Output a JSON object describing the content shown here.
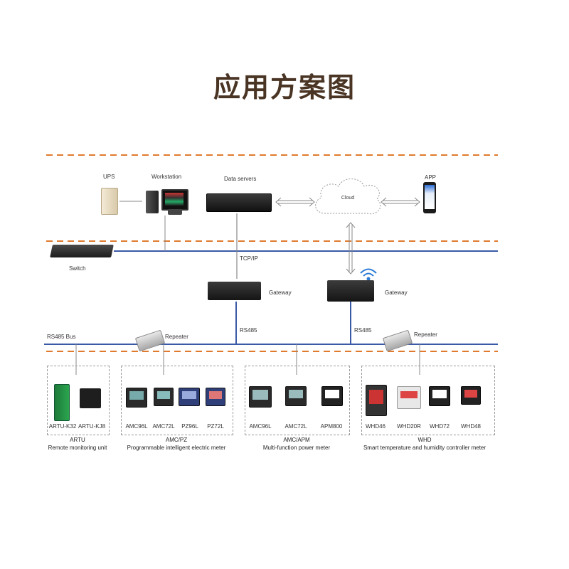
{
  "title": "应用方案图",
  "colors": {
    "dash": "#e07a2e",
    "bus": "#3a5aa8",
    "arrow": "#888888"
  },
  "top": {
    "ups": "UPS",
    "workstation": "Workstation",
    "data_servers": "Data servers",
    "cloud": "Cloud",
    "app": "APP",
    "switch": "Switch",
    "tcpip": "TCP/IP",
    "gateway_left": "Gateway",
    "gateway_right": "Gateway",
    "rs485_left": "RS485",
    "rs485_right": "RS485",
    "rs485_bus": "RS485 Bus",
    "repeater_left": "Repeater",
    "repeater_right": "Repeater"
  },
  "groups": [
    {
      "devices": [
        "ARTU-K32",
        "ARTU-KJ8"
      ],
      "caption1": "ARTU",
      "caption2": "Remote monitoring unit"
    },
    {
      "devices": [
        "AMC96L",
        "AMC72L",
        "PZ96L",
        "PZ72L"
      ],
      "caption1": "AMC/PZ",
      "caption2": "Programmable intelligent electric meter"
    },
    {
      "devices": [
        "AMC96L",
        "AMC72L",
        "APM800"
      ],
      "caption1": "AMC/APM",
      "caption2": "Multi-function power meter"
    },
    {
      "devices": [
        "WHD46",
        "WHD20R",
        "WHD72",
        "WHD48"
      ],
      "caption1": "WHD",
      "caption2": "Smart temperature and humidity controller meter"
    }
  ]
}
